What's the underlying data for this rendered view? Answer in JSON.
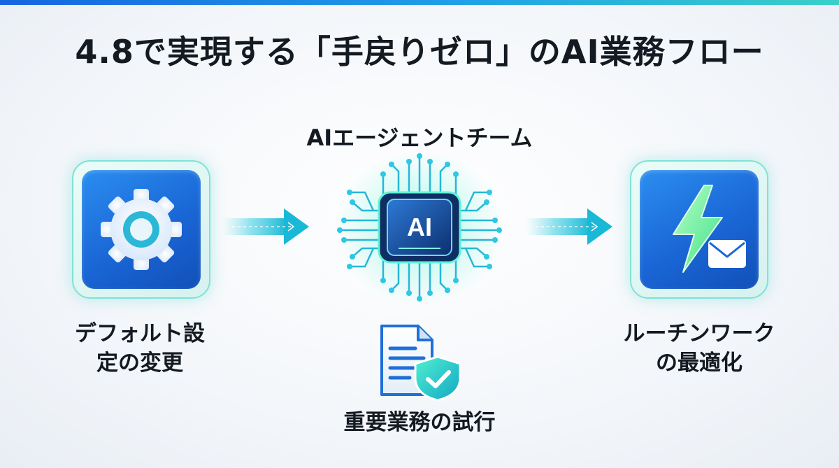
{
  "header": {
    "title": "4.8で実現する「手戻りゼロ」のAI業務フロー",
    "accent_colors": [
      "#1565e0",
      "#1fa0e8",
      "#39d0c8"
    ]
  },
  "flow": {
    "agent_team": {
      "label": "AIエージェントチーム",
      "chip_text": "AI",
      "icon": "ai-chip-icon"
    },
    "steps": [
      {
        "id": "settings",
        "label_line1": "デフォルト設",
        "label_line2": "定の変更",
        "icon": "gear-icon"
      },
      {
        "id": "routine",
        "label_line1": "ルーチンワーク",
        "label_line2": "の最適化",
        "icon": "lightning-mail-icon"
      }
    ],
    "trial": {
      "label": "重要業務の試行",
      "icon": "document-shield-icon"
    }
  },
  "colors": {
    "tile_blue": "#1a66d6",
    "glow_teal": "#39d0c8",
    "text": "#141a22"
  }
}
